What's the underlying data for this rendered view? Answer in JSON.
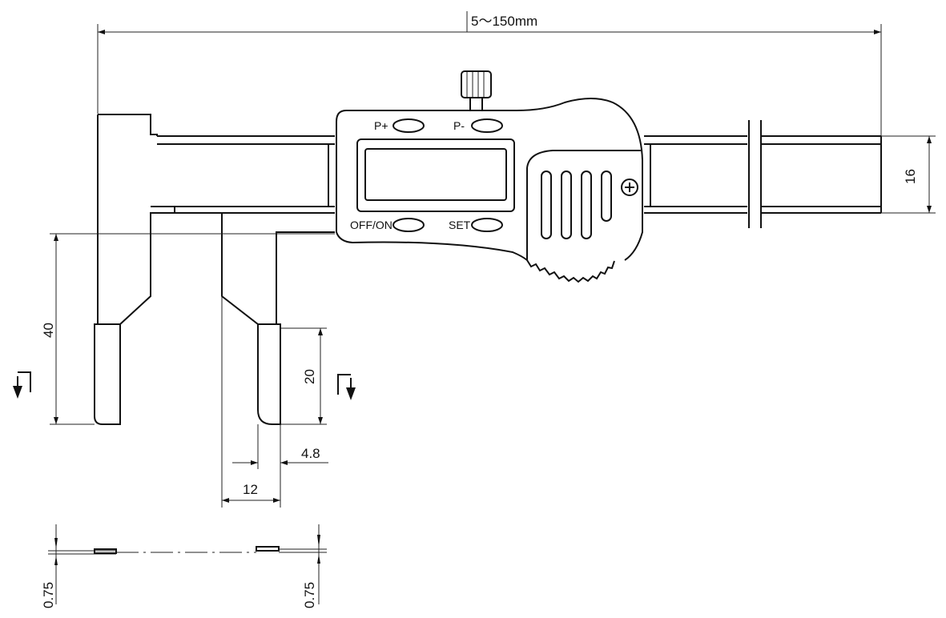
{
  "dimensions": {
    "range": "5～150mm",
    "beam_height": "16",
    "jaw_length": "40",
    "tip_length": "20",
    "tip_width": "4.8",
    "jaw_width": "12",
    "thickness_left": "0.75",
    "thickness_right": "0.75"
  },
  "buttons": {
    "p_plus": "P+",
    "p_minus": "P-",
    "off_on": "OFF/ON",
    "set": "SET"
  }
}
